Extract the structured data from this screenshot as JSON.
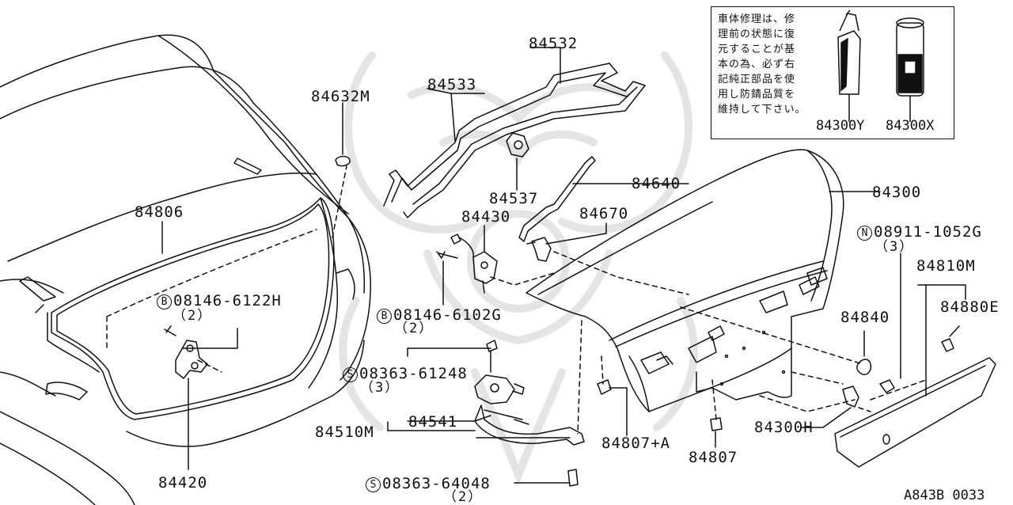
{
  "note": {
    "lines": [
      "車体修理は、修",
      "理前の状態に復",
      "元することが基",
      "本の為、必ず右",
      "記純正部品を使",
      "用し防錆品質を",
      "維持して下さい。"
    ],
    "parts": [
      "84300Y",
      "84300X"
    ]
  },
  "labels": {
    "p84532": "84532",
    "p84533": "84533",
    "p84632M": "84632M",
    "p84537": "84537",
    "p84640": "84640",
    "p84300": "84300",
    "p84806": "84806",
    "p84430": "84430",
    "p84670": "84670",
    "p08911": "08911-1052G",
    "p08911_qty": "（3）",
    "p84810M": "84810M",
    "p84880E": "84880E",
    "p08146a": "08146-6122H",
    "p08146a_qty": "（2）",
    "p08146b": "08146-6102G",
    "p08146b_qty": "（2）",
    "p84840": "84840",
    "p08363a": "08363-61248",
    "p08363a_qty": "（3）",
    "p84541": "84541",
    "p84510M": "84510M",
    "p84807A": "84807+A",
    "p84300H": "84300H",
    "p84807": "84807",
    "p84420": "84420",
    "p08363b": "08363-64048",
    "p08363b_qty": "（2）",
    "diagram_code": "A843B 0033"
  },
  "symbols": {
    "B": "B",
    "S": "S",
    "N": "N"
  }
}
